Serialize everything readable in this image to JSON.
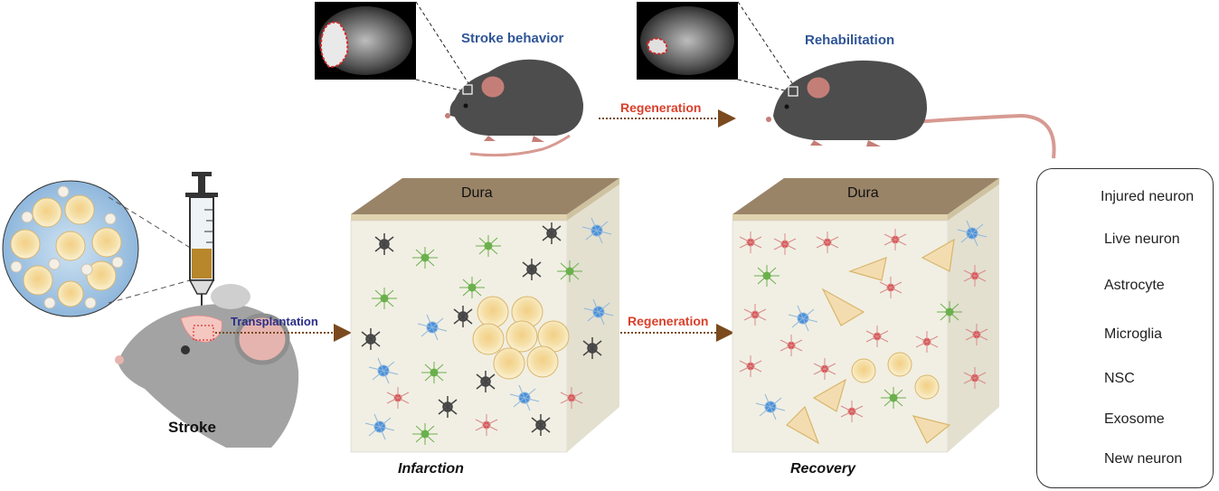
{
  "labels": {
    "stroke_behavior": "Stroke behavior",
    "rehabilitation": "Rehabilitation",
    "regeneration_top": "Regeneration",
    "regeneration_mid": "Regeneration",
    "transplantation": "Transplantation",
    "stroke": "Stroke",
    "dura_left": "Dura",
    "dura_right": "Dura",
    "infarction": "Infarction",
    "recovery": "Recovery"
  },
  "legend": [
    {
      "label": "Injured neuron",
      "icon": "injured-neuron-icon",
      "color": "#4a4a4a"
    },
    {
      "label": "Live neuron",
      "icon": "live-neuron-icon",
      "color": "#d9403f"
    },
    {
      "label": "Astrocyte",
      "icon": "astrocyte-icon",
      "color": "#6ab04c"
    },
    {
      "label": "Microglia",
      "icon": "microglia-icon",
      "color": "#4a90d9"
    },
    {
      "label": "NSC",
      "icon": "nsc-icon",
      "color": "#f3d38a"
    },
    {
      "label": "Exosome",
      "icon": "exosome-icon",
      "color": "#f5e9c8"
    },
    {
      "label": "New neuron",
      "icon": "new-neuron-icon",
      "color": "#e9c98e"
    }
  ],
  "colors": {
    "title_blue": "#2f5597",
    "arrow_brown": "#7a4a1e",
    "label_red": "#d9402b",
    "dura_brown": "#9a8468",
    "tissue_bg": "#f1efe3",
    "mouse_dark": "#4d4d4d",
    "mouse_grey": "#9a9a9a"
  }
}
